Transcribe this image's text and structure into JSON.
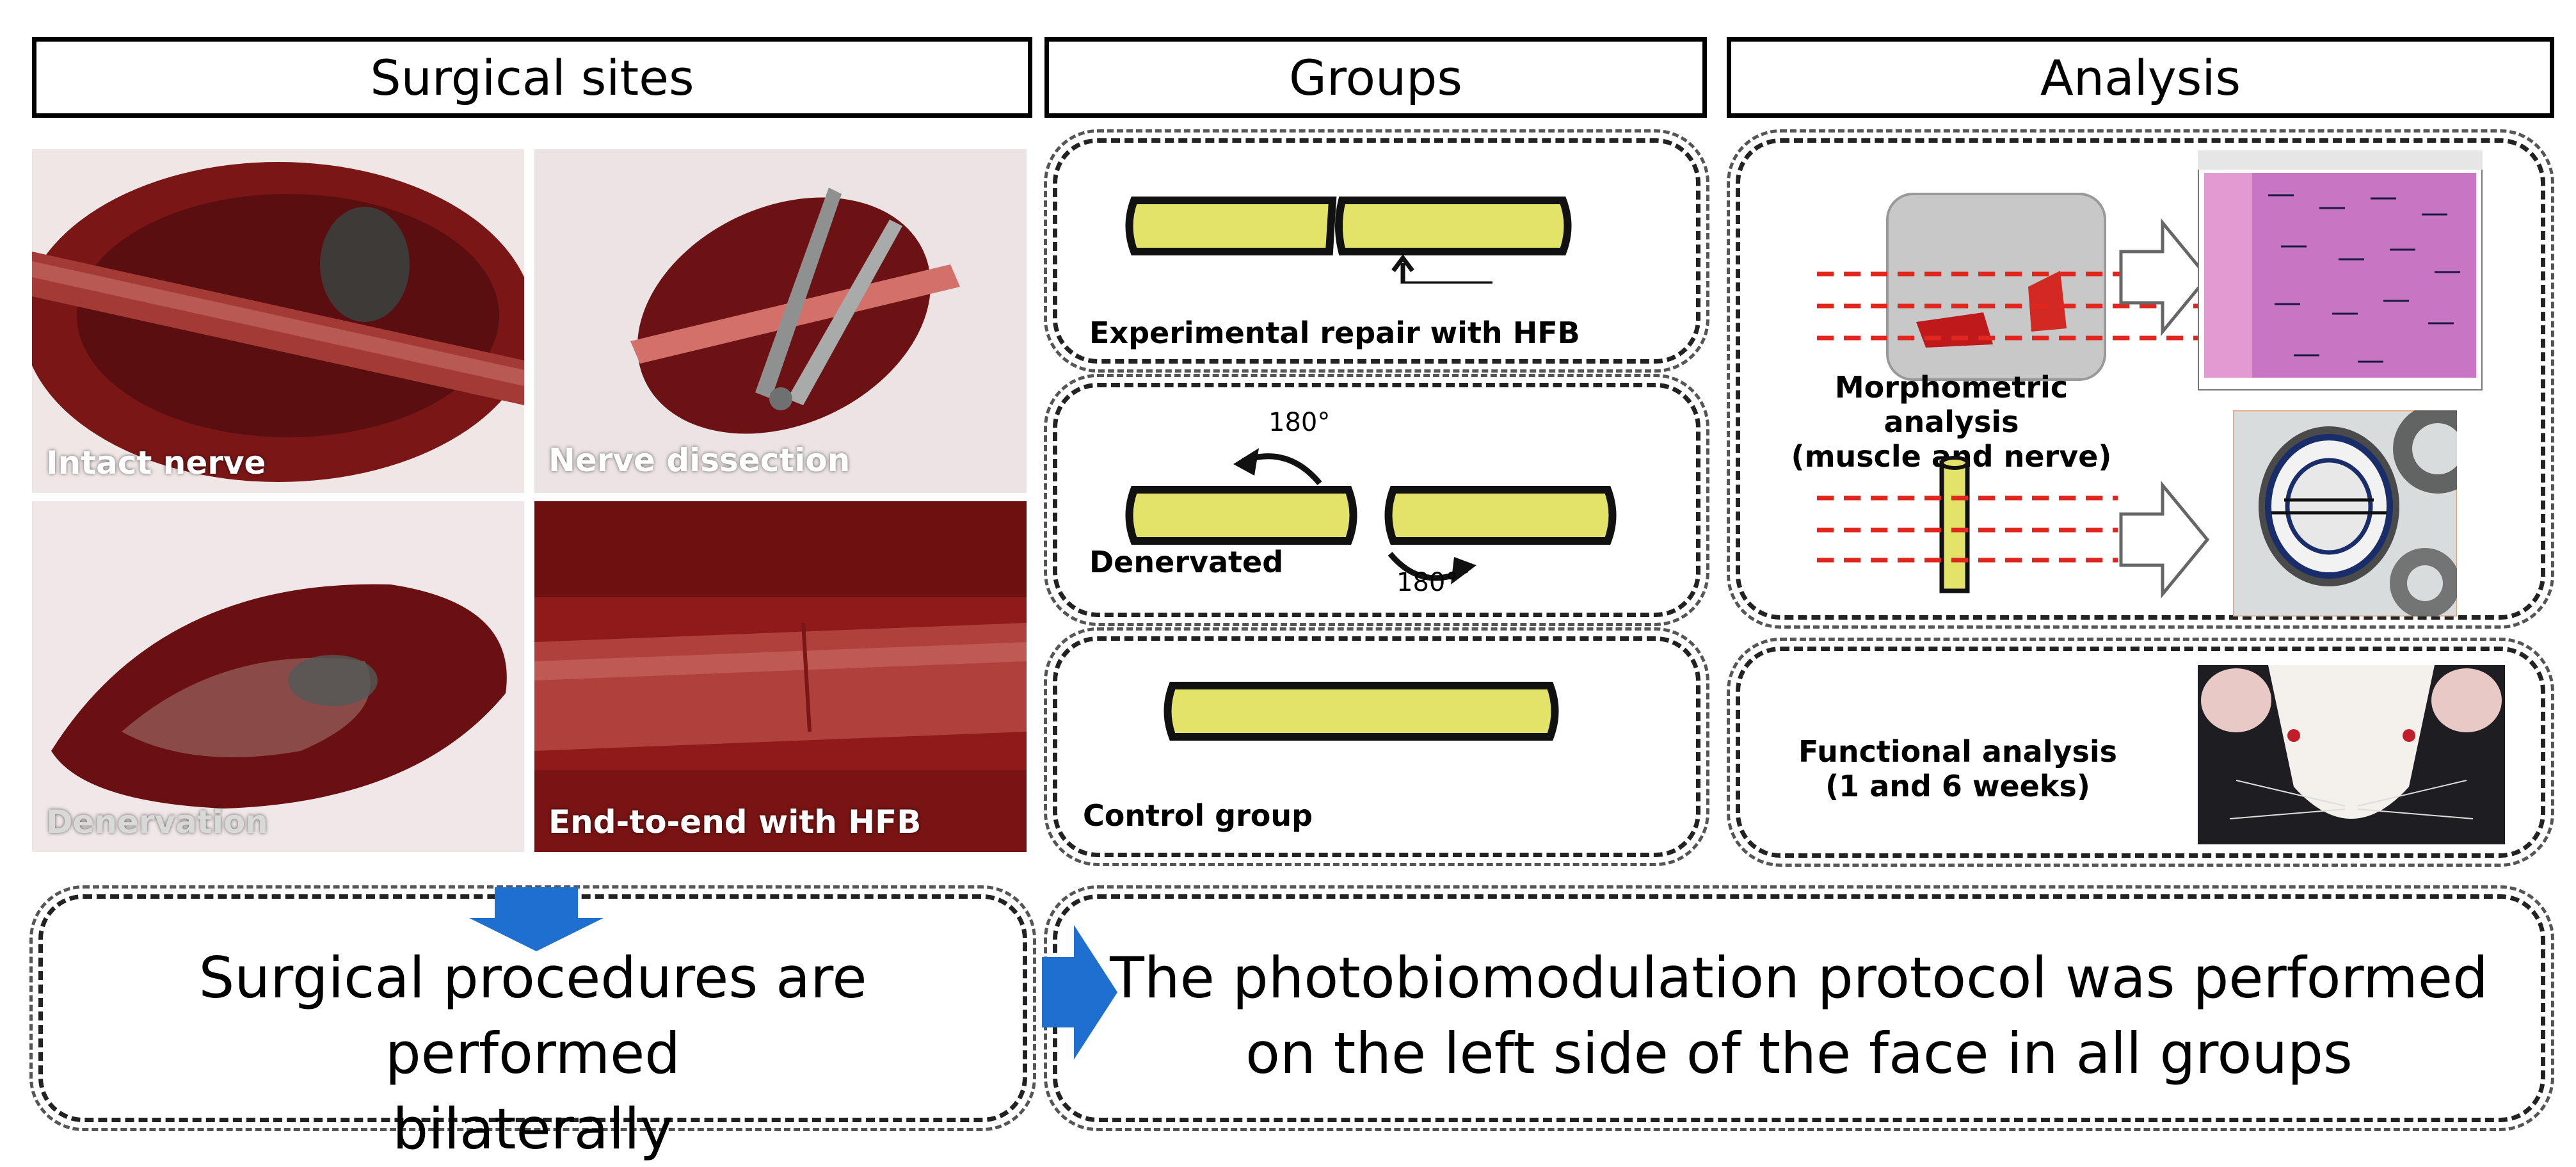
{
  "headers": {
    "surgical_sites": "Surgical sites",
    "groups": "Groups",
    "analysis": "Analysis"
  },
  "photos": {
    "intact": "Intact nerve",
    "dissection": "Nerve dissection",
    "denervation": "Denervation",
    "end_to_end": "End-to-end with HFB"
  },
  "groups": {
    "experimental": "Experimental repair with HFB",
    "denervated": "Denervated",
    "rotation_top": "180°",
    "rotation_bottom": "180°",
    "control": "Control group"
  },
  "analysis": {
    "morpho_line1": "Morphometric analysis",
    "morpho_line2": "(muscle and nerve)",
    "functional_line1": "Functional analysis",
    "functional_line2": "(1 and 6 weeks)"
  },
  "notes": {
    "bilateral_line1": "Surgical procedures are performed",
    "bilateral_line2": "bilaterally",
    "pbm_line1": "The photobiomodulation protocol was performed",
    "pbm_line2": "on the left side of the face in all groups"
  },
  "colors": {
    "nerve_fill": "#e3e36a",
    "arrow_blue": "#1f6fd1",
    "dash_red": "#e0271f"
  }
}
